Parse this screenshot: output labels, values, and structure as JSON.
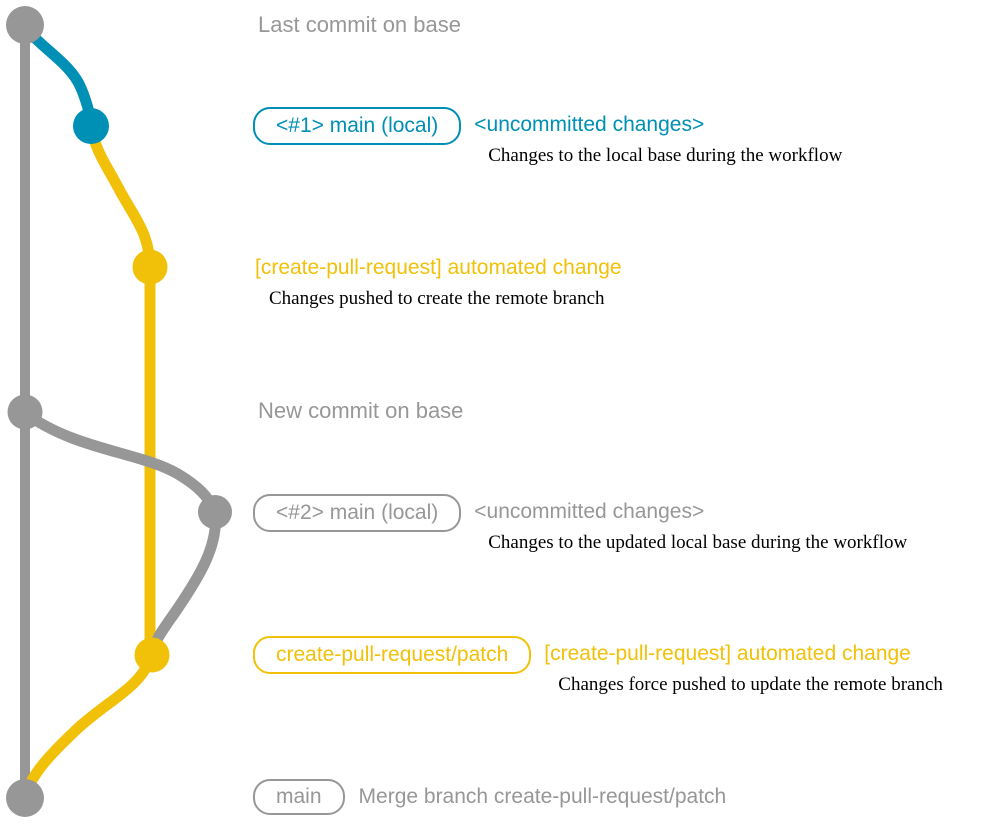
{
  "colors": {
    "gray": "#979797",
    "blue": "#008fb5",
    "yellow": "#f1c109"
  },
  "rows": {
    "last_commit": {
      "label": "Last commit on base"
    },
    "commit1": {
      "box": "<#1> main (local)",
      "message": "<uncommitted changes>",
      "detail": "Changes to the local base during the workflow"
    },
    "commit_push": {
      "message": "[create-pull-request] automated change",
      "detail": "Changes pushed to create the remote branch"
    },
    "new_commit": {
      "label": "New commit on base"
    },
    "commit2": {
      "box": "<#2> main (local)",
      "message": "<uncommitted changes>",
      "detail": "Changes to the updated local base during the workflow"
    },
    "commit_force_push": {
      "box": "create-pull-request/patch",
      "message": "[create-pull-request] automated change",
      "detail": "Changes force pushed to update the remote branch"
    },
    "merge": {
      "box": "main",
      "message": "Merge branch create-pull-request/patch"
    }
  },
  "graph": {
    "base_branch": "base",
    "local_branch": "main (local)",
    "pr_branch": "create-pull-request/patch",
    "commit_count": 7
  }
}
